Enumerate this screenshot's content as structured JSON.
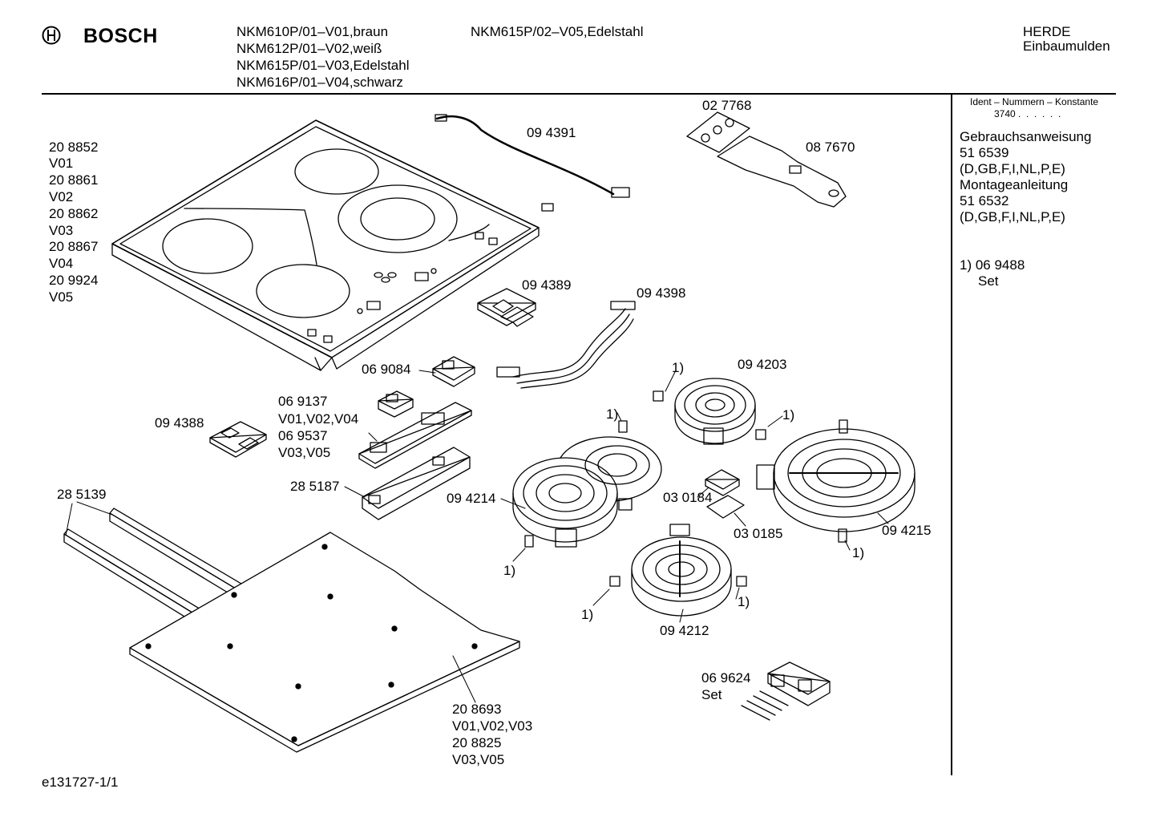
{
  "brand": "BOSCH",
  "models_col1": [
    "NKM610P/01–V01,braun",
    "NKM612P/01–V02,weiß",
    "NKM615P/01–V03,Edelstahl",
    "NKM616P/01–V04,schwarz"
  ],
  "models_col2": [
    "NKM615P/02–V05,Edelstahl"
  ],
  "category": [
    "HERDE",
    "Einbaumulden"
  ],
  "sidebar": {
    "ident_title": "Ident – Nummern – Konstante",
    "ident_value": "3740 .  .  .  .  .  .",
    "docs": [
      "Gebrauchsanweisung",
      "51 6539",
      "(D,GB,F,I,NL,P,E)",
      "Montageanleitung",
      "51 6532",
      "(D,GB,F,I,NL,P,E)"
    ],
    "note_number": "1) 06 9488",
    "note_label": "Set"
  },
  "hob_variants": [
    "20 8852",
    "V01",
    "20 8861",
    "V02",
    "20 8862",
    "V03",
    "20 8867",
    "V04",
    "20 9924",
    "V05"
  ],
  "parts": {
    "p_027768": "02 7768",
    "p_087670": "08 7670",
    "p_094391": "09 4391",
    "p_094389": "09 4389",
    "p_094398": "09 4398",
    "p_069084": "06 9084",
    "p_069137": "06 9137",
    "p_069137_v": "V01,V02,V04",
    "p_069537": "06 9537",
    "p_069537_v": "V03,V05",
    "p_094388": "09 4388",
    "p_285187": "28 5187",
    "p_285139": "28 5139",
    "p_094203": "09 4203",
    "p_094214": "09 4214",
    "p_030184": "03 0184",
    "p_030185": "03 0185",
    "p_094215": "09 4215",
    "p_094212": "09 4212",
    "p_069624": "06 9624",
    "p_069624_set": "Set",
    "base_lines": [
      "20 8693",
      "V01,V02,V03",
      "20 8825",
      "V03,V05"
    ],
    "note_ref": "1)"
  },
  "footer_code": "e131727-1/1"
}
